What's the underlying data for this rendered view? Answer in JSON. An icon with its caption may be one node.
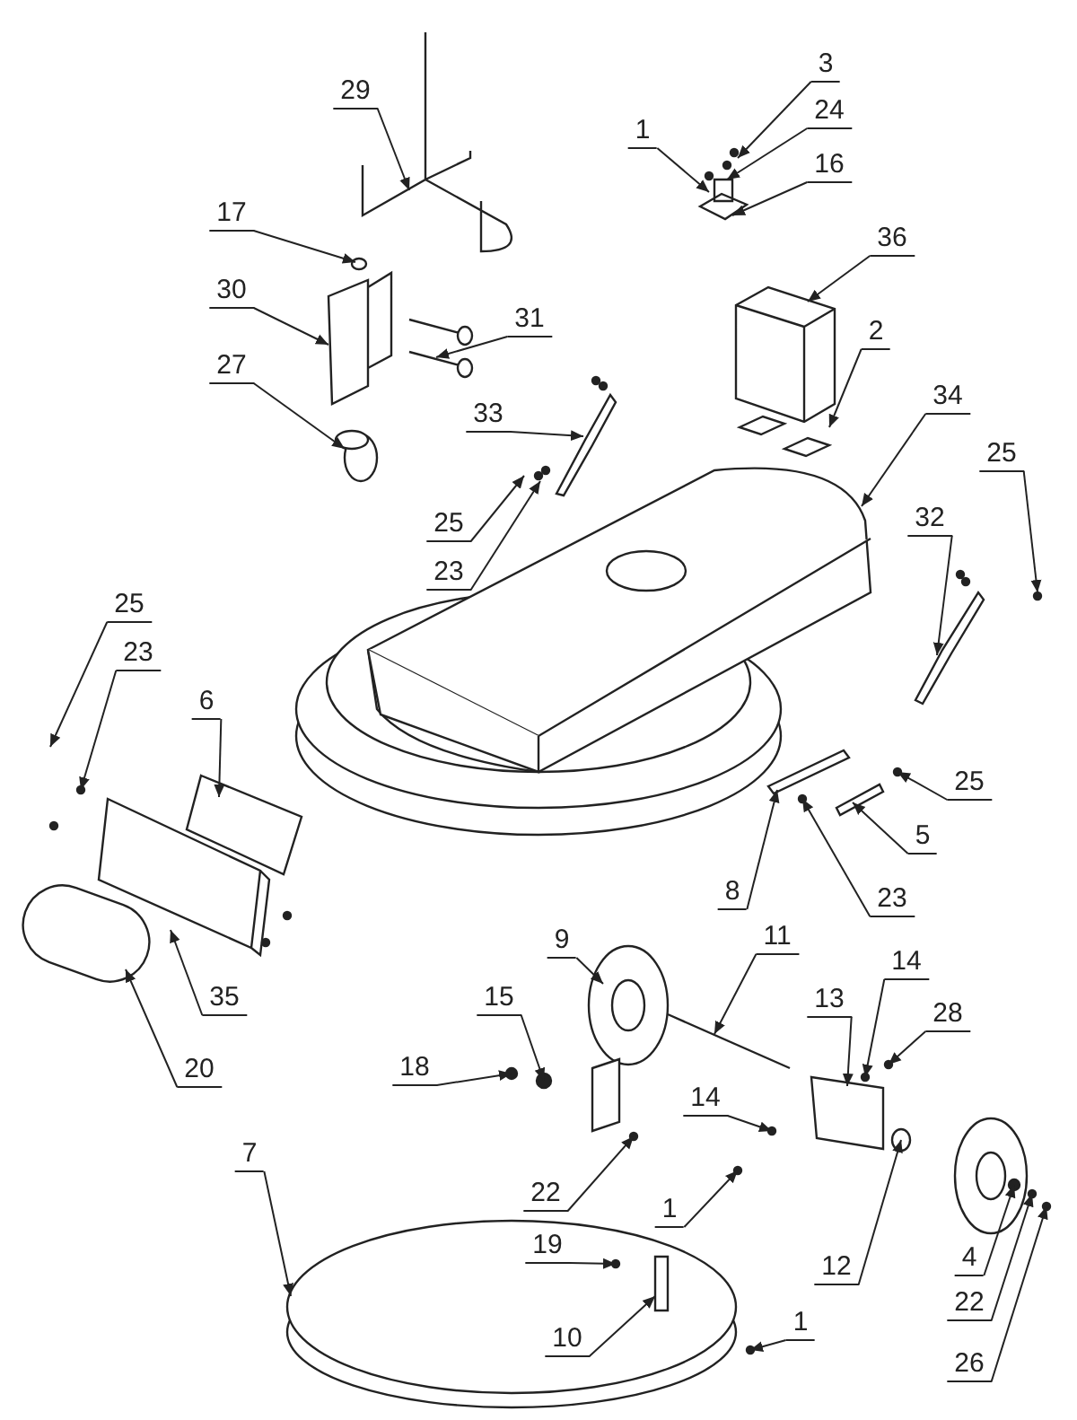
{
  "diagram": {
    "nodes": [
      {
        "text": [
          "3"
        ]
      },
      {
        "text": [
          "29"
        ]
      },
      {
        "text": [
          "24"
        ]
      },
      {
        "text": [
          "1"
        ]
      },
      {
        "text": [
          "16"
        ]
      },
      {
        "text": [
          "17"
        ]
      },
      {
        "text": [
          "36"
        ]
      },
      {
        "text": [
          "30"
        ]
      },
      {
        "text": [
          "31"
        ]
      },
      {
        "text": [
          "2"
        ]
      },
      {
        "text": [
          "27"
        ]
      },
      {
        "text": [
          "34"
        ]
      },
      {
        "text": [
          "33"
        ]
      },
      {
        "text": [
          "25"
        ]
      },
      {
        "text": [
          "32"
        ]
      },
      {
        "text": [
          "25"
        ]
      },
      {
        "text": [
          "23"
        ]
      },
      {
        "text": [
          "25"
        ]
      },
      {
        "text": [
          "23"
        ]
      },
      {
        "text": [
          "6"
        ]
      },
      {
        "text": [
          "25"
        ]
      },
      {
        "text": [
          "5"
        ]
      },
      {
        "text": [
          "8"
        ]
      },
      {
        "text": [
          "23"
        ]
      },
      {
        "text": [
          "11"
        ]
      },
      {
        "text": [
          "9"
        ]
      },
      {
        "text": [
          "14"
        ]
      },
      {
        "text": [
          "35"
        ]
      },
      {
        "text": [
          "15"
        ]
      },
      {
        "text": [
          "13"
        ]
      },
      {
        "text": [
          "28"
        ]
      },
      {
        "text": [
          "18"
        ]
      },
      {
        "text": [
          "20"
        ]
      },
      {
        "text": [
          "14"
        ]
      },
      {
        "text": [
          "7"
        ]
      },
      {
        "text": [
          "22"
        ]
      },
      {
        "text": [
          "1"
        ]
      },
      {
        "text": [
          "19"
        ]
      },
      {
        "text": [
          "4"
        ]
      },
      {
        "text": [
          "12"
        ]
      },
      {
        "text": [
          "22"
        ]
      },
      {
        "text": [
          "10"
        ]
      },
      {
        "text": [
          "1"
        ]
      },
      {
        "text": [
          "26"
        ]
      }
    ],
    "edges": [
      {
        "from": 0,
        "to": null,
        "arrow": "to"
      },
      {
        "from": 1,
        "to": null,
        "arrow": "to"
      },
      {
        "from": 2,
        "to": null,
        "arrow": "to"
      },
      {
        "from": 3,
        "to": null,
        "arrow": "to"
      },
      {
        "from": 4,
        "to": null,
        "arrow": "to"
      },
      {
        "from": 5,
        "to": null,
        "arrow": "to"
      },
      {
        "from": 6,
        "to": null,
        "arrow": "to"
      },
      {
        "from": 7,
        "to": null,
        "arrow": "to"
      },
      {
        "from": 8,
        "to": null,
        "arrow": "to"
      },
      {
        "from": 9,
        "to": null,
        "arrow": "to"
      },
      {
        "from": 10,
        "to": null,
        "arrow": "to"
      },
      {
        "from": 11,
        "to": null,
        "arrow": "to"
      },
      {
        "from": 12,
        "to": null,
        "arrow": "to"
      },
      {
        "from": 13,
        "to": null,
        "arrow": "to"
      },
      {
        "from": 14,
        "to": null,
        "arrow": "to"
      },
      {
        "from": 15,
        "to": null,
        "arrow": "to"
      },
      {
        "from": 16,
        "to": null,
        "arrow": "to"
      },
      {
        "from": 17,
        "to": null,
        "arrow": "to"
      },
      {
        "from": 18,
        "to": null,
        "arrow": "to"
      },
      {
        "from": 19,
        "to": null,
        "arrow": "to"
      },
      {
        "from": 20,
        "to": null,
        "arrow": "to"
      },
      {
        "from": 21,
        "to": null,
        "arrow": "to"
      },
      {
        "from": 22,
        "to": null,
        "arrow": "to"
      },
      {
        "from": 23,
        "to": null,
        "arrow": "to"
      },
      {
        "from": 24,
        "to": null,
        "arrow": "to"
      },
      {
        "from": 25,
        "to": null,
        "arrow": "to"
      },
      {
        "from": 26,
        "to": null,
        "arrow": "to"
      },
      {
        "from": 27,
        "to": null,
        "arrow": "to"
      },
      {
        "from": 28,
        "to": null,
        "arrow": "to"
      },
      {
        "from": 29,
        "to": null,
        "arrow": "to"
      },
      {
        "from": 30,
        "to": null,
        "arrow": "to"
      },
      {
        "from": 31,
        "to": null,
        "arrow": "to"
      },
      {
        "from": 32,
        "to": null,
        "arrow": "to"
      },
      {
        "from": 33,
        "to": null,
        "arrow": "to"
      },
      {
        "from": 34,
        "to": null,
        "arrow": "to"
      },
      {
        "from": 35,
        "to": null,
        "arrow": "to"
      },
      {
        "from": 36,
        "to": null,
        "arrow": "to"
      },
      {
        "from": 37,
        "to": null,
        "arrow": "to"
      },
      {
        "from": 38,
        "to": null,
        "arrow": "to"
      },
      {
        "from": 39,
        "to": null,
        "arrow": "to"
      },
      {
        "from": 40,
        "to": null,
        "arrow": "to"
      },
      {
        "from": 41,
        "to": null,
        "arrow": "to"
      },
      {
        "from": 42,
        "to": null,
        "arrow": "to"
      },
      {
        "from": 43,
        "to": null,
        "arrow": "to"
      }
    ]
  }
}
